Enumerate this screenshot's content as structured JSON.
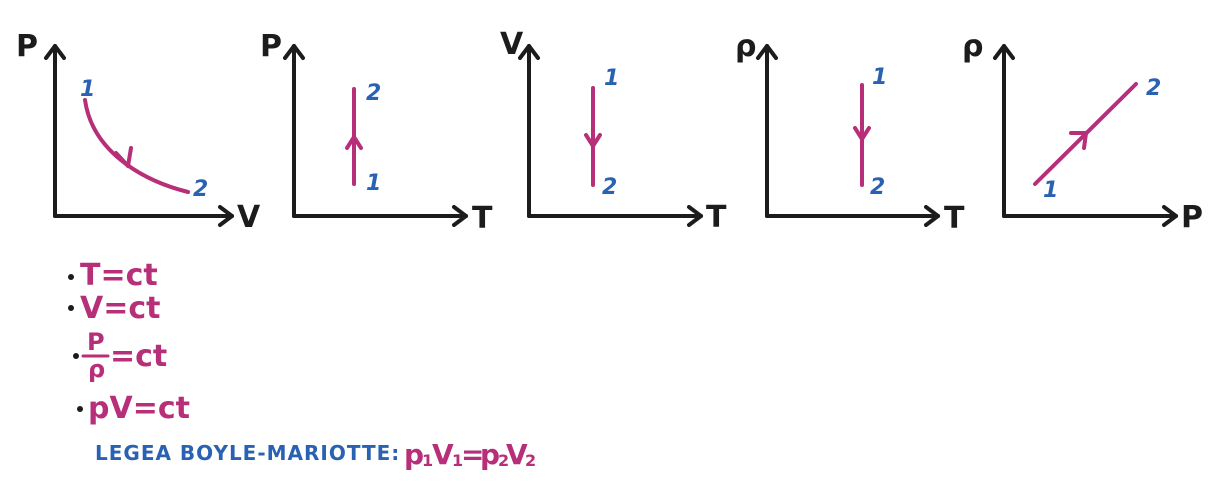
{
  "colors": {
    "axis": "#1c1c1c",
    "curve": "#b72e79",
    "point_label": "#2a62b3",
    "formula": "#b72e79",
    "law_label": "#2a62b3"
  },
  "graphs": [
    {
      "x_label": "V",
      "y_label": "P",
      "curve": "hyperbola",
      "start_label": "1",
      "end_label": "2",
      "direction": "1-to-2"
    },
    {
      "x_label": "T",
      "y_label": "P",
      "curve": "vertical",
      "start_label": "1",
      "end_label": "2",
      "direction": "up"
    },
    {
      "x_label": "T",
      "y_label": "V",
      "curve": "vertical",
      "start_label": "1",
      "end_label": "2",
      "direction": "down"
    },
    {
      "x_label": "T",
      "y_label": "ρ",
      "curve": "vertical",
      "start_label": "1",
      "end_label": "2",
      "direction": "down"
    },
    {
      "x_label": "P",
      "y_label": "ρ",
      "curve": "diagonal",
      "start_label": "1",
      "end_label": "2",
      "direction": "up-right"
    }
  ],
  "formulas": {
    "f1": "T=ct",
    "f2": "V=ct",
    "f3_num": "P",
    "f3_den": "ρ",
    "f3_rhs": "=ct",
    "f4": "pV=ct"
  },
  "law": {
    "label": "LEGEA BOYLE-MARIOTTE:",
    "p": "p",
    "s1": "1",
    "v": "V",
    "s2": "1",
    "eq": "=",
    "p2": "p",
    "s3": "2",
    "v2": "V",
    "s4": "2"
  }
}
